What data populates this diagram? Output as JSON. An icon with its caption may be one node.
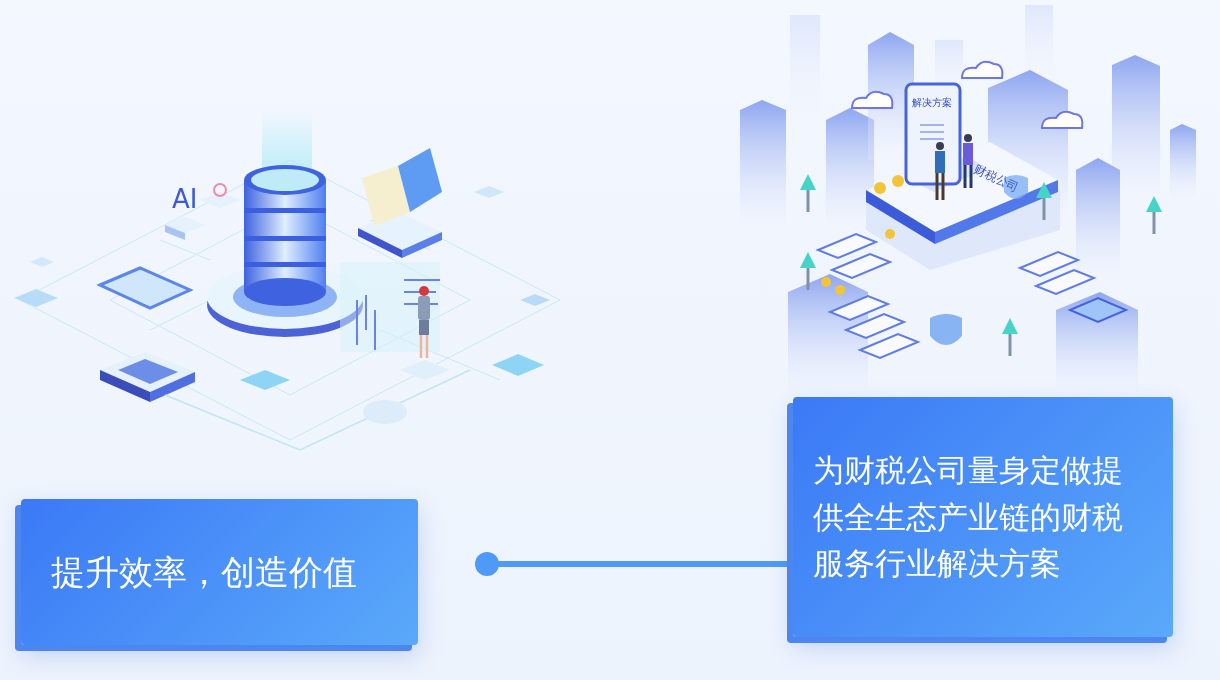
{
  "diagram": {
    "nodes": [
      {
        "text": [
          "提升效率，创造价值"
        ]
      },
      {
        "text": [
          "为财税公司量身定做提供全生态产业链的财税服务行业解决方案"
        ]
      }
    ],
    "edges": [
      {
        "from": null,
        "to": 1,
        "arrow": "other"
      }
    ],
    "labels": [
      "AI",
      "解决方案",
      "财税公司"
    ]
  }
}
